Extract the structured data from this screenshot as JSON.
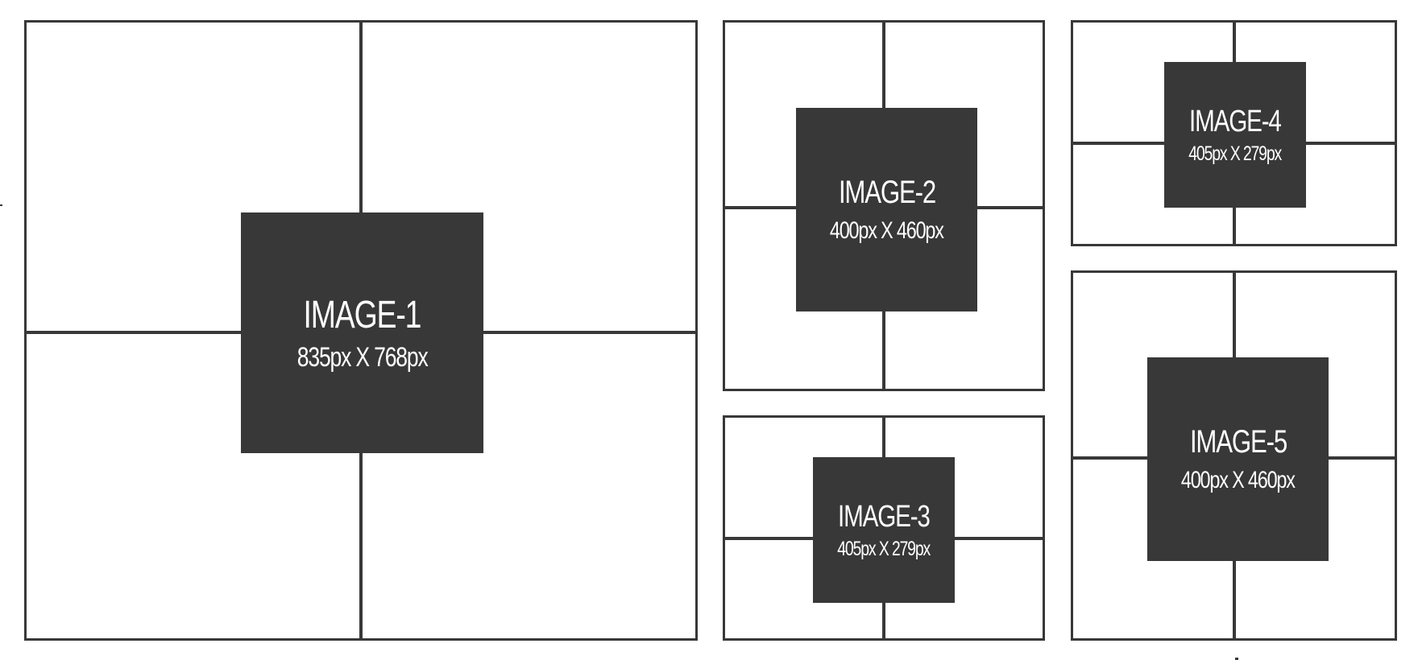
{
  "images": [
    {
      "title": "IMAGE-1",
      "dims": "835px X 768px"
    },
    {
      "title": "IMAGE-2",
      "dims": "400px X 460px"
    },
    {
      "title": "IMAGE-3",
      "dims": "405px X 279px"
    },
    {
      "title": "IMAGE-4",
      "dims": "405px X 279px"
    },
    {
      "title": "IMAGE-5",
      "dims": "400px X 460px"
    }
  ],
  "colors": {
    "placeholder_fill": "#383838",
    "border": "#383838",
    "background": "#ffffff",
    "text": "#ffffff"
  }
}
